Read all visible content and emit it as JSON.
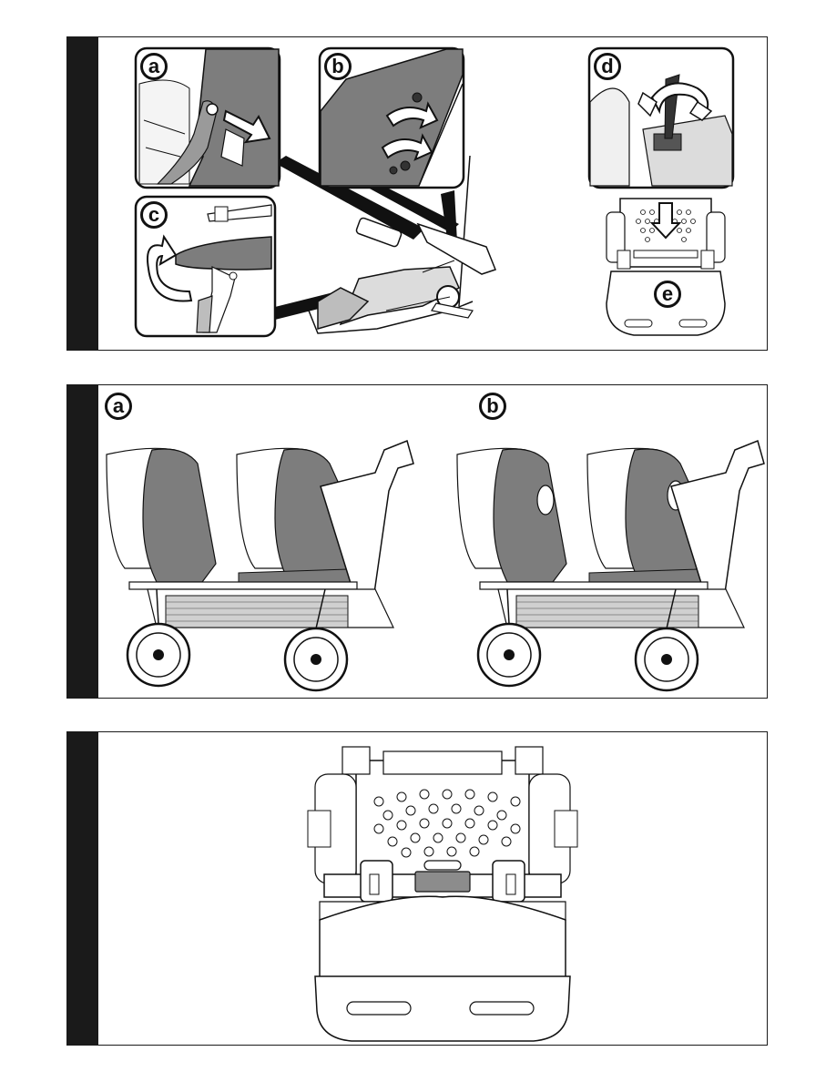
{
  "panels": [
    {
      "id": "panel-1",
      "labels": {
        "a": "a",
        "b": "b",
        "c": "c",
        "d": "d",
        "e": "e"
      }
    },
    {
      "id": "panel-2",
      "labels": {
        "a": "a",
        "b": "b"
      }
    },
    {
      "id": "panel-3",
      "labels": {}
    }
  ],
  "colors": {
    "ink": "#111111",
    "hood": "#7d7d7d",
    "hood_light": "#a6a6a6",
    "strip": "#1a1a1a"
  }
}
